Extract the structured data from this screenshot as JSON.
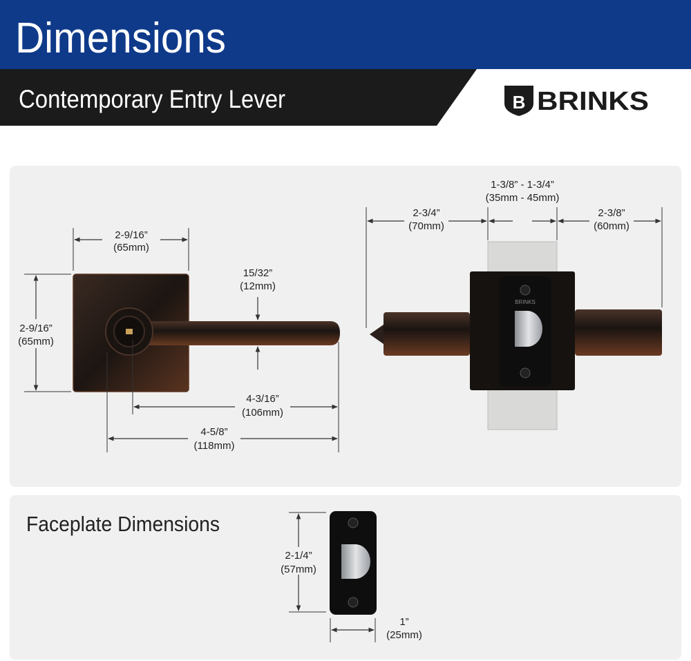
{
  "header": {
    "title": "Dimensions",
    "subtitle": "Contemporary Entry Lever",
    "brand": "BRINKS",
    "brand_badge_letter": "B",
    "colors": {
      "header_blue": "#0f3a8a",
      "band_black": "#1b1b1b",
      "panel": "#f0f0f0"
    }
  },
  "front_view": {
    "rose_width": "2-9/16”",
    "rose_width_mm": "(65mm)",
    "rose_height": "2-9/16”",
    "rose_height_mm": "(65mm)",
    "lever_thickness": "15/32”",
    "lever_thickness_mm": "(12mm)",
    "lever_projection": "4-3/16”",
    "lever_projection_mm": "(106mm)",
    "overall_length": "4-5/8”",
    "overall_length_mm": "(118mm)"
  },
  "side_view": {
    "door_thickness": "1-3/8” - 1-3/4”",
    "door_thickness_mm": "(35mm - 45mm)",
    "exterior_projection": "2-3/4”",
    "exterior_projection_mm": "(70mm)",
    "interior_projection": "2-3/8”",
    "interior_projection_mm": "(60mm)"
  },
  "faceplate": {
    "title": "Faceplate Dimensions",
    "height": "2-1/4”",
    "height_mm": "(57mm)",
    "width": "1”",
    "width_mm": "(25mm)"
  }
}
